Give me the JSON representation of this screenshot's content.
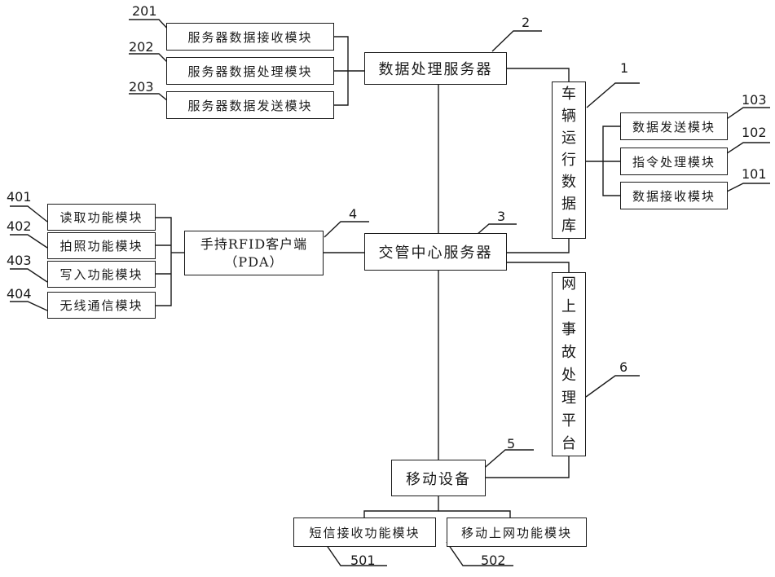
{
  "refs": {
    "r1": "1",
    "r2": "2",
    "r3": "3",
    "r4": "4",
    "r5": "5",
    "r6": "6",
    "r101": "101",
    "r102": "102",
    "r103": "103",
    "r201": "201",
    "r202": "202",
    "r203": "203",
    "r401": "401",
    "r402": "402",
    "r403": "403",
    "r404": "404",
    "r501": "501",
    "r502": "502"
  },
  "server_modules": {
    "receive": "服务器数据接收模块",
    "process": "服务器数据处理模块",
    "send": "服务器数据发送模块"
  },
  "data_server": "数据处理服务器",
  "vehicle_db": "车辆运行数据库",
  "db_modules": {
    "send": "数据发送模块",
    "instruction": "指令处理模块",
    "receive": "数据接收模块"
  },
  "rfid_modules": {
    "read": "读取功能模块",
    "photo": "拍照功能模块",
    "write": "写入功能模块",
    "wireless": "无线通信模块"
  },
  "rfid_client": {
    "line1": "手持RFID客户端",
    "line2": "（PDA）"
  },
  "traffic_server": "交管中心服务器",
  "accident_platform": "网上事故处理平台",
  "mobile_device": "移动设备",
  "mobile_modules": {
    "sms": "短信接收功能模块",
    "internet": "移动上网功能模块"
  }
}
